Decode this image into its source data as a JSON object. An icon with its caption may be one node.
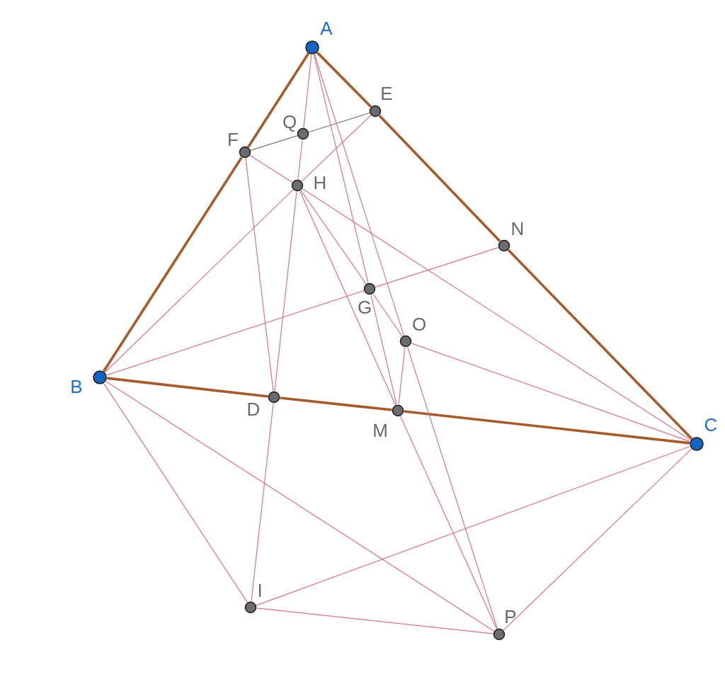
{
  "diagram": {
    "nodes": [
      {
        "text": [
          "A"
        ]
      },
      {
        "text": [
          "E"
        ]
      },
      {
        "text": [
          "Q"
        ]
      },
      {
        "text": [
          "F"
        ]
      },
      {
        "text": [
          "H"
        ]
      },
      {
        "text": [
          "N"
        ]
      },
      {
        "text": [
          "G"
        ]
      },
      {
        "text": [
          "O"
        ]
      },
      {
        "text": [
          "B"
        ]
      },
      {
        "text": [
          "D"
        ]
      },
      {
        "text": [
          "M"
        ]
      },
      {
        "text": [
          "C"
        ]
      },
      {
        "text": [
          "I"
        ]
      },
      {
        "text": [
          "P"
        ]
      }
    ],
    "edges": [
      {
        "from": 0,
        "to": 3,
        "arrow": "none",
        "style": "thick",
        "color": "#a65b2b"
      },
      {
        "from": 3,
        "to": 8,
        "arrow": "none",
        "style": "thick",
        "color": "#a65b2b"
      },
      {
        "from": 0,
        "to": 1,
        "arrow": "none",
        "style": "thick",
        "color": "#a65b2b"
      },
      {
        "from": 1,
        "to": 5,
        "arrow": "none",
        "style": "thick",
        "color": "#a65b2b"
      },
      {
        "from": 5,
        "to": 11,
        "arrow": "none",
        "style": "thick",
        "color": "#a65b2b"
      },
      {
        "from": 8,
        "to": 9,
        "arrow": "none",
        "style": "thick",
        "color": "#a65b2b"
      },
      {
        "from": 9,
        "to": 10,
        "arrow": "none",
        "style": "thick",
        "color": "#a65b2b"
      },
      {
        "from": 10,
        "to": 11,
        "arrow": "none",
        "style": "thick",
        "color": "#a65b2b"
      },
      {
        "from": 3,
        "to": 2,
        "arrow": "none",
        "color": "#777777"
      },
      {
        "from": 2,
        "to": 1,
        "arrow": "none",
        "color": "#777777"
      },
      {
        "from": 0,
        "to": 2,
        "arrow": "none"
      },
      {
        "from": 2,
        "to": 4,
        "arrow": "none"
      },
      {
        "from": 4,
        "to": 9,
        "arrow": "none"
      },
      {
        "from": 9,
        "to": 12,
        "arrow": "none"
      },
      {
        "from": 3,
        "to": 9,
        "arrow": "none"
      },
      {
        "from": 3,
        "to": 4,
        "arrow": "none"
      },
      {
        "from": 4,
        "to": 11,
        "arrow": "none"
      },
      {
        "from": 1,
        "to": 4,
        "arrow": "none"
      },
      {
        "from": 4,
        "to": 8,
        "arrow": "none"
      },
      {
        "from": 8,
        "to": 6,
        "arrow": "none"
      },
      {
        "from": 6,
        "to": 5,
        "arrow": "none"
      },
      {
        "from": 0,
        "to": 6,
        "arrow": "none"
      },
      {
        "from": 6,
        "to": 10,
        "arrow": "none"
      },
      {
        "from": 0,
        "to": 7,
        "arrow": "none"
      },
      {
        "from": 7,
        "to": 13,
        "arrow": "none"
      },
      {
        "from": 4,
        "to": 6,
        "arrow": "none"
      },
      {
        "from": 6,
        "to": 7,
        "arrow": "none"
      },
      {
        "from": 4,
        "to": 10,
        "arrow": "none"
      },
      {
        "from": 10,
        "to": 13,
        "arrow": "none"
      },
      {
        "from": 7,
        "to": 10,
        "arrow": "none"
      },
      {
        "from": 7,
        "to": 11,
        "arrow": "none"
      },
      {
        "from": 8,
        "to": 12,
        "arrow": "none"
      },
      {
        "from": 8,
        "to": 13,
        "arrow": "none"
      },
      {
        "from": 12,
        "to": 13,
        "arrow": "none"
      },
      {
        "from": 12,
        "to": 11,
        "arrow": "none"
      },
      {
        "from": 13,
        "to": 11,
        "arrow": "none"
      }
    ]
  }
}
